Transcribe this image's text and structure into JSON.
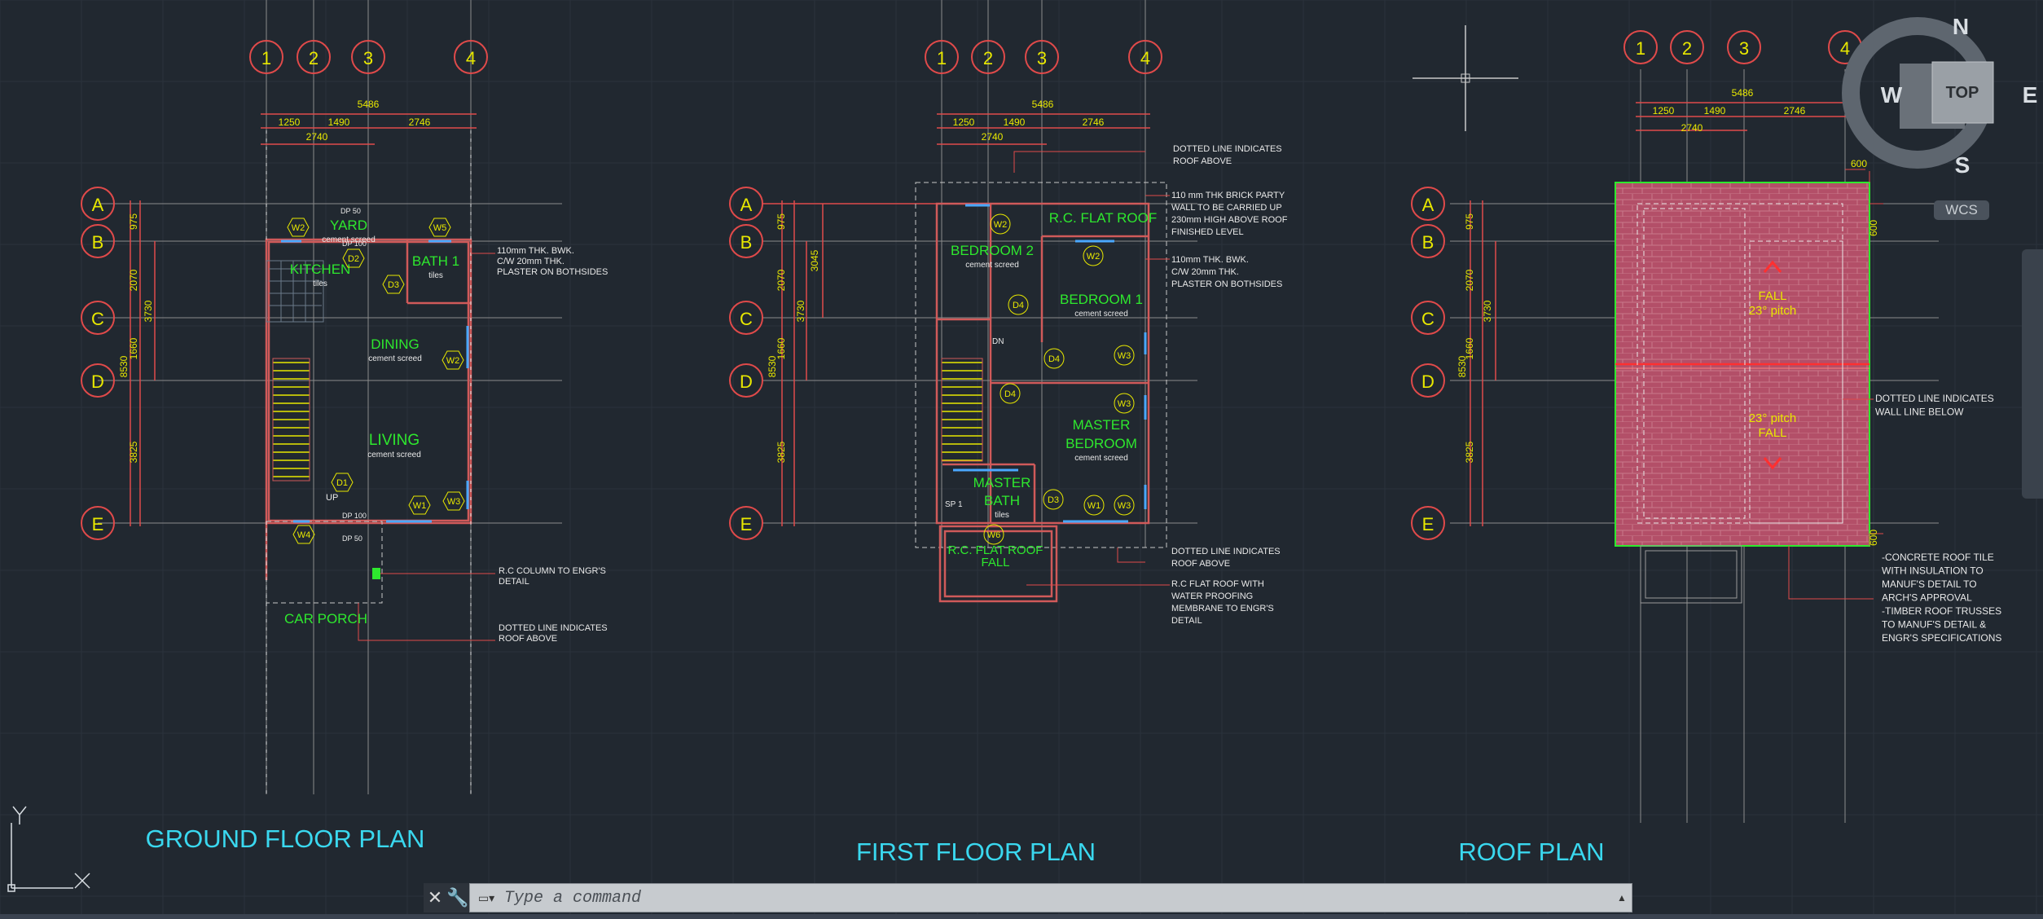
{
  "viewport": {
    "viewcube": {
      "top_label": "TOP",
      "north": "N",
      "south": "S",
      "east": "E",
      "west": "W"
    },
    "wcs_label": "WCS",
    "ucs": {
      "x_label": "X",
      "y_label": "Y"
    }
  },
  "colors": {
    "background": "#212830",
    "grid_bubble": "#e8e800",
    "grid_line": "#8c8c8c",
    "dimension": "#e04a4a",
    "wall": "#d05a5a",
    "room_label": "#2ee82e",
    "title": "#3ad8ef",
    "note": "#e8e8e8",
    "window": "#4aa8ff",
    "roof_fill": "#b9506a"
  },
  "drawing": {
    "column_bubbles": [
      "1",
      "2",
      "3",
      "4"
    ],
    "row_bubbles": [
      "A",
      "B",
      "C",
      "D",
      "E"
    ],
    "overall_dim": "5486",
    "bay_dims": [
      "1250",
      "1490",
      "2746"
    ],
    "sub_dim": "2740",
    "vertical_dims": [
      "975",
      "2070",
      "1660",
      "3825"
    ],
    "vertical_totals": [
      "8530",
      "3730"
    ],
    "roof_edge_dims": [
      "600",
      "600",
      "600"
    ],
    "ff_extra_dim": "3045"
  },
  "ground_floor": {
    "title": "GROUND FLOOR PLAN",
    "rooms": [
      {
        "label": "YARD",
        "sub": "cement screed"
      },
      {
        "label": "KITCHEN",
        "sub": "tiles"
      },
      {
        "label": "BATH 1",
        "sub": "tiles"
      },
      {
        "label": "DINING",
        "sub": "cement screed"
      },
      {
        "label": "LIVING",
        "sub": "cement screed"
      },
      {
        "label": "CAR PORCH",
        "sub": ""
      }
    ],
    "tags": [
      "W2",
      "W5",
      "D2",
      "D3",
      "W2",
      "D1",
      "W1",
      "W3",
      "W4"
    ],
    "dp_labels": [
      "DP 50",
      "DP 100",
      "DP 100",
      "DP 50"
    ],
    "stair_label": "UP",
    "notes": [
      [
        "110mm THK. BWK.",
        "C/W 20mm THK.",
        "PLASTER ON BOTHSIDES"
      ],
      [
        "R.C COLUMN TO ENGR'S",
        "DETAIL"
      ],
      [
        "DOTTED LINE INDICATES",
        "ROOF ABOVE"
      ]
    ]
  },
  "first_floor": {
    "title": "FIRST FLOOR PLAN",
    "rooms": [
      {
        "label": "BEDROOM 2",
        "sub": "cement screed"
      },
      {
        "label": "R.C. FLAT ROOF",
        "sub": ""
      },
      {
        "label": "BEDROOM 1",
        "sub": "cement screed"
      },
      {
        "label": "MASTER",
        "sub": ""
      },
      {
        "label": "BEDROOM",
        "sub": "cement screed"
      },
      {
        "label": "MASTER",
        "sub": ""
      },
      {
        "label": "BATH",
        "sub": "tiles"
      },
      {
        "label": "R.C. FLAT ROOF",
        "sub": "FALL"
      }
    ],
    "tags": [
      "W2",
      "W2",
      "D4",
      "D4",
      "W3",
      "D4",
      "W3",
      "D3",
      "W1",
      "W3",
      "W6"
    ],
    "misc": [
      "DN",
      "SP 1"
    ],
    "notes": [
      [
        "DOTTED LINE INDICATES",
        "ROOF ABOVE"
      ],
      [
        "110 mm THK BRICK PARTY",
        "WALL TO BE CARRIED UP",
        "230mm HIGH ABOVE ROOF",
        "FINISHED LEVEL"
      ],
      [
        "110mm THK. BWK.",
        "C/W 20mm THK.",
        "PLASTER ON BOTHSIDES"
      ],
      [
        "DOTTED LINE INDICATES",
        "ROOF ABOVE"
      ],
      [
        "R.C FLAT ROOF WITH",
        "WATER PROOFING",
        "MEMBRANE TO ENGR'S",
        "DETAIL"
      ]
    ]
  },
  "roof": {
    "title": "ROOF PLAN",
    "fall_up": [
      "FALL",
      "23° pitch"
    ],
    "fall_down": [
      "23° pitch",
      "FALL"
    ],
    "notes": [
      [
        "DOTTED LINE INDICATES",
        "WALL LINE BELOW"
      ],
      [
        "-CONCRETE ROOF TILE",
        "WITH INSULATION TO",
        "MANUF'S DETAIL TO",
        "ARCH'S APPROVAL",
        "-TIMBER ROOF TRUSSES",
        "TO MANUF'S DETAIL &",
        "ENGR'S SPECIFICATIONS"
      ]
    ]
  },
  "command_line": {
    "placeholder": "Type a command"
  }
}
